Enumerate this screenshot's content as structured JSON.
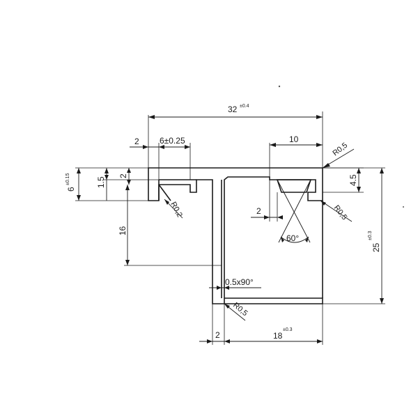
{
  "drawing": {
    "dimensions": {
      "overall_width": "32",
      "overall_width_tol": "±0.4",
      "left_lip": "2",
      "slot": "6±0.25",
      "right_slot": "10",
      "height_total": "6",
      "height_total_tol": "±0.15",
      "lip_15": "1.5",
      "lip_2": "2",
      "stem_16": "16",
      "right_45": "4.5",
      "right_2": "2",
      "angle": "60°",
      "chamfer": "0.5x90°",
      "overall_height": "25",
      "overall_height_tol": "±0.3",
      "stem_width": "2",
      "base_length": "18",
      "base_length_tol": "±0.3"
    },
    "radii": {
      "top_right": "R0,5",
      "right_hook": "R0,5",
      "left_hook": "R0,2",
      "bottom": "R0,5"
    }
  }
}
